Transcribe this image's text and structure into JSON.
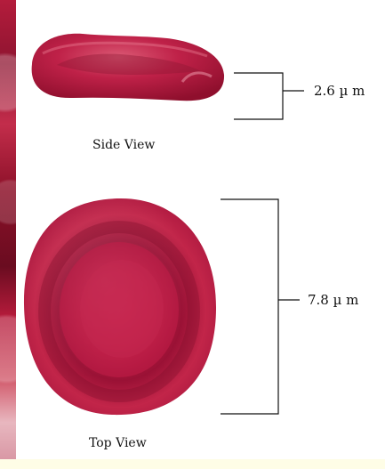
{
  "labels": {
    "side_view": "Side View",
    "top_view": "Top View",
    "side_measure": "2.6 µ m",
    "top_measure": "7.8 µ m"
  },
  "colors": {
    "cell_dark": "#8f0f2d",
    "cell_mid": "#b81f45",
    "cell_light": "#d94b6a",
    "line": "#111111"
  }
}
